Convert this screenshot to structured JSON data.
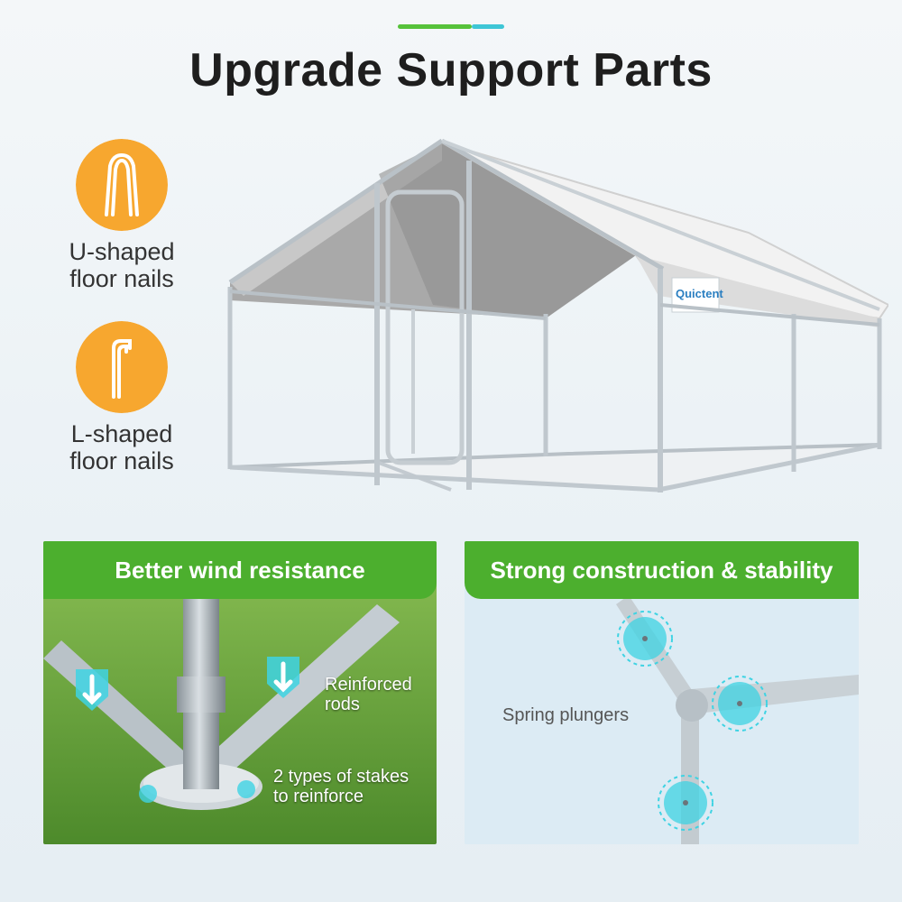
{
  "header": {
    "title": "Upgrade Support Parts",
    "accent_colors": [
      "#56c23a",
      "#3ec6d6"
    ]
  },
  "features": [
    {
      "icon": "u-shaped-nail-icon",
      "label": "U-shaped\nfloor nails"
    },
    {
      "icon": "l-shaped-nail-icon",
      "label": "L-shaped\nfloor nails"
    }
  ],
  "product": {
    "brand_label": "Quictent",
    "image": "metal-frame-chicken-coop-with-white-cover"
  },
  "panels": {
    "wind": {
      "title": "Better wind resistance",
      "annotations": {
        "rods": "Reinforced\nrods",
        "stakes": "2 types of stakes\nto reinforce"
      }
    },
    "construction": {
      "title": "Strong construction & stability",
      "annotations": {
        "plungers": "Spring plungers"
      }
    }
  },
  "colors": {
    "feature_circle": "#f7a72f",
    "panel_header": "#4caf2e",
    "title_text": "#1e1e1e",
    "highlight": "#3ed3e3"
  }
}
